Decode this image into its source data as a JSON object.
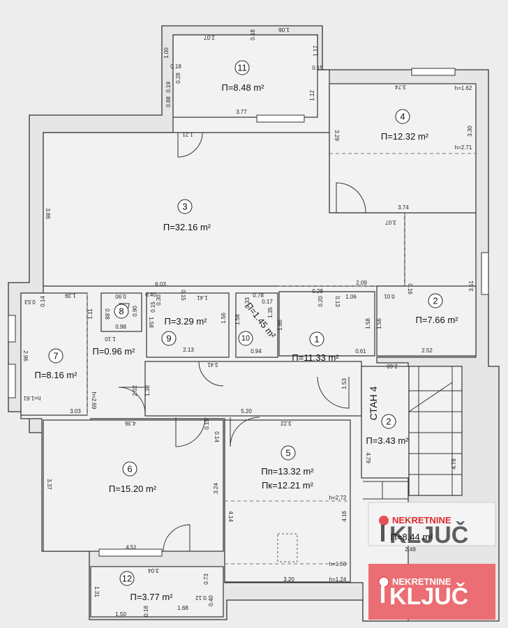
{
  "rooms": {
    "r1": {
      "num": "1",
      "area": "П=11.33 m²"
    },
    "r2a": {
      "num": "2",
      "area": "П=7.66 m²"
    },
    "r2b": {
      "num": "2",
      "area": "П=3.43 m²"
    },
    "r3": {
      "num": "3",
      "area": "П=32.16 m²"
    },
    "r4": {
      "num": "4",
      "area": "П=12.32 m²"
    },
    "r5": {
      "num": "5",
      "area1": "Пп=13.32 m²",
      "area2": "Пк=12.21 m²"
    },
    "r6": {
      "num": "6",
      "area": "П=15.20 m²"
    },
    "r7": {
      "num": "7",
      "area": "П=8.16 m²"
    },
    "r8": {
      "num": "8",
      "area": "П=0.96 m²"
    },
    "r9": {
      "num": "9",
      "area": "П=3.29 m²"
    },
    "r10": {
      "num": "10",
      "area": "П=1.45 m²"
    },
    "r11": {
      "num": "11",
      "area": "П=8.48 m²"
    },
    "r12": {
      "num": "12",
      "area": "П=3.77 m²"
    },
    "r3partial": {
      "area": "П=8.44 m²"
    }
  },
  "stan_label": "СТАН 4",
  "dims": {
    "d_207": "2.07",
    "d_018a": "0.18",
    "d_106": "1.06",
    "d_117": "1.17",
    "d_015a": "0.15",
    "d_100": "1.00",
    "d_018b": "0.18",
    "d_028": "0.28",
    "d_019": "0.19",
    "d_088": "0.88",
    "d_112": "1.12",
    "d_377": "3.77",
    "d_121": "1.21",
    "d_374a": "3.74",
    "d_h162": "h=1.62",
    "d_329": "3.29",
    "d_330": "3.30",
    "d_h271": "h=2.71",
    "d_374b": "3.74",
    "d_386": "3.86",
    "d_307": "3.07",
    "d_603": "6.03",
    "d_015b": "0.15",
    "d_028b": "0.28",
    "d_209": "2.09",
    "d_016": "0.16",
    "d_351": "3.51",
    "d_053": "0.53",
    "d_014": "0.14",
    "d_139": "1.39",
    "d_111": "1.11",
    "d_090": "0.90",
    "d_088b": "0.88",
    "d_090b": "0.90",
    "d_098": "0.98",
    "d_110": "1.10",
    "d_030": "0.30",
    "d_040": "0.40",
    "d_015c": "0.15",
    "d_141": "1.41",
    "d_158a": "1.58",
    "d_156a": "1.56",
    "d_213": "2.13",
    "d_017": "0.17",
    "d_078": "0.78",
    "d_033": "0.33",
    "d_135": "1.35",
    "d_158b": "1.58",
    "d_094": "0.94",
    "d_186": "1.86",
    "d_020": "0.20",
    "d_013": "0.13",
    "d_106b": "1.06",
    "d_158c": "1.58",
    "d_061": "0.61",
    "d_001": "0.01",
    "d_156b": "1.56",
    "d_252": "2.52",
    "d_296": "2.96",
    "d_341": "3.41",
    "d_202": "2.02",
    "d_138": "1.38",
    "d_153": "1.53",
    "d_260": "2.60",
    "d_h161": "h=1.61",
    "d_303": "3.03",
    "d_h269": "h=2.69",
    "d_520": "5.20",
    "d_436": "4.36",
    "d_015d": "0.15",
    "d_014b": "0.14",
    "d_322": "3.22",
    "d_479": "4.79",
    "d_478": "4.78",
    "d_337": "3.37",
    "d_324": "3.24",
    "d_h272": "h=2.72",
    "d_414a": "4.14",
    "d_416": "4.16",
    "d_451": "4.51",
    "d_h150": "h=1.50",
    "d_320": "3.20",
    "d_h124": "h=1.24",
    "d_304": "3.04",
    "d_073": "0.73",
    "d_131": "1.31",
    "d_012": "0.12",
    "d_040b": "0.40",
    "d_150": "1.50",
    "d_018c": "0.18",
    "d_168": "1.68",
    "d_249": "2.49"
  },
  "logo": {
    "top": "NEKRETNINE",
    "main": "KLJUČ",
    "accent": "#ea6e73",
    "red": "#e0282e"
  }
}
